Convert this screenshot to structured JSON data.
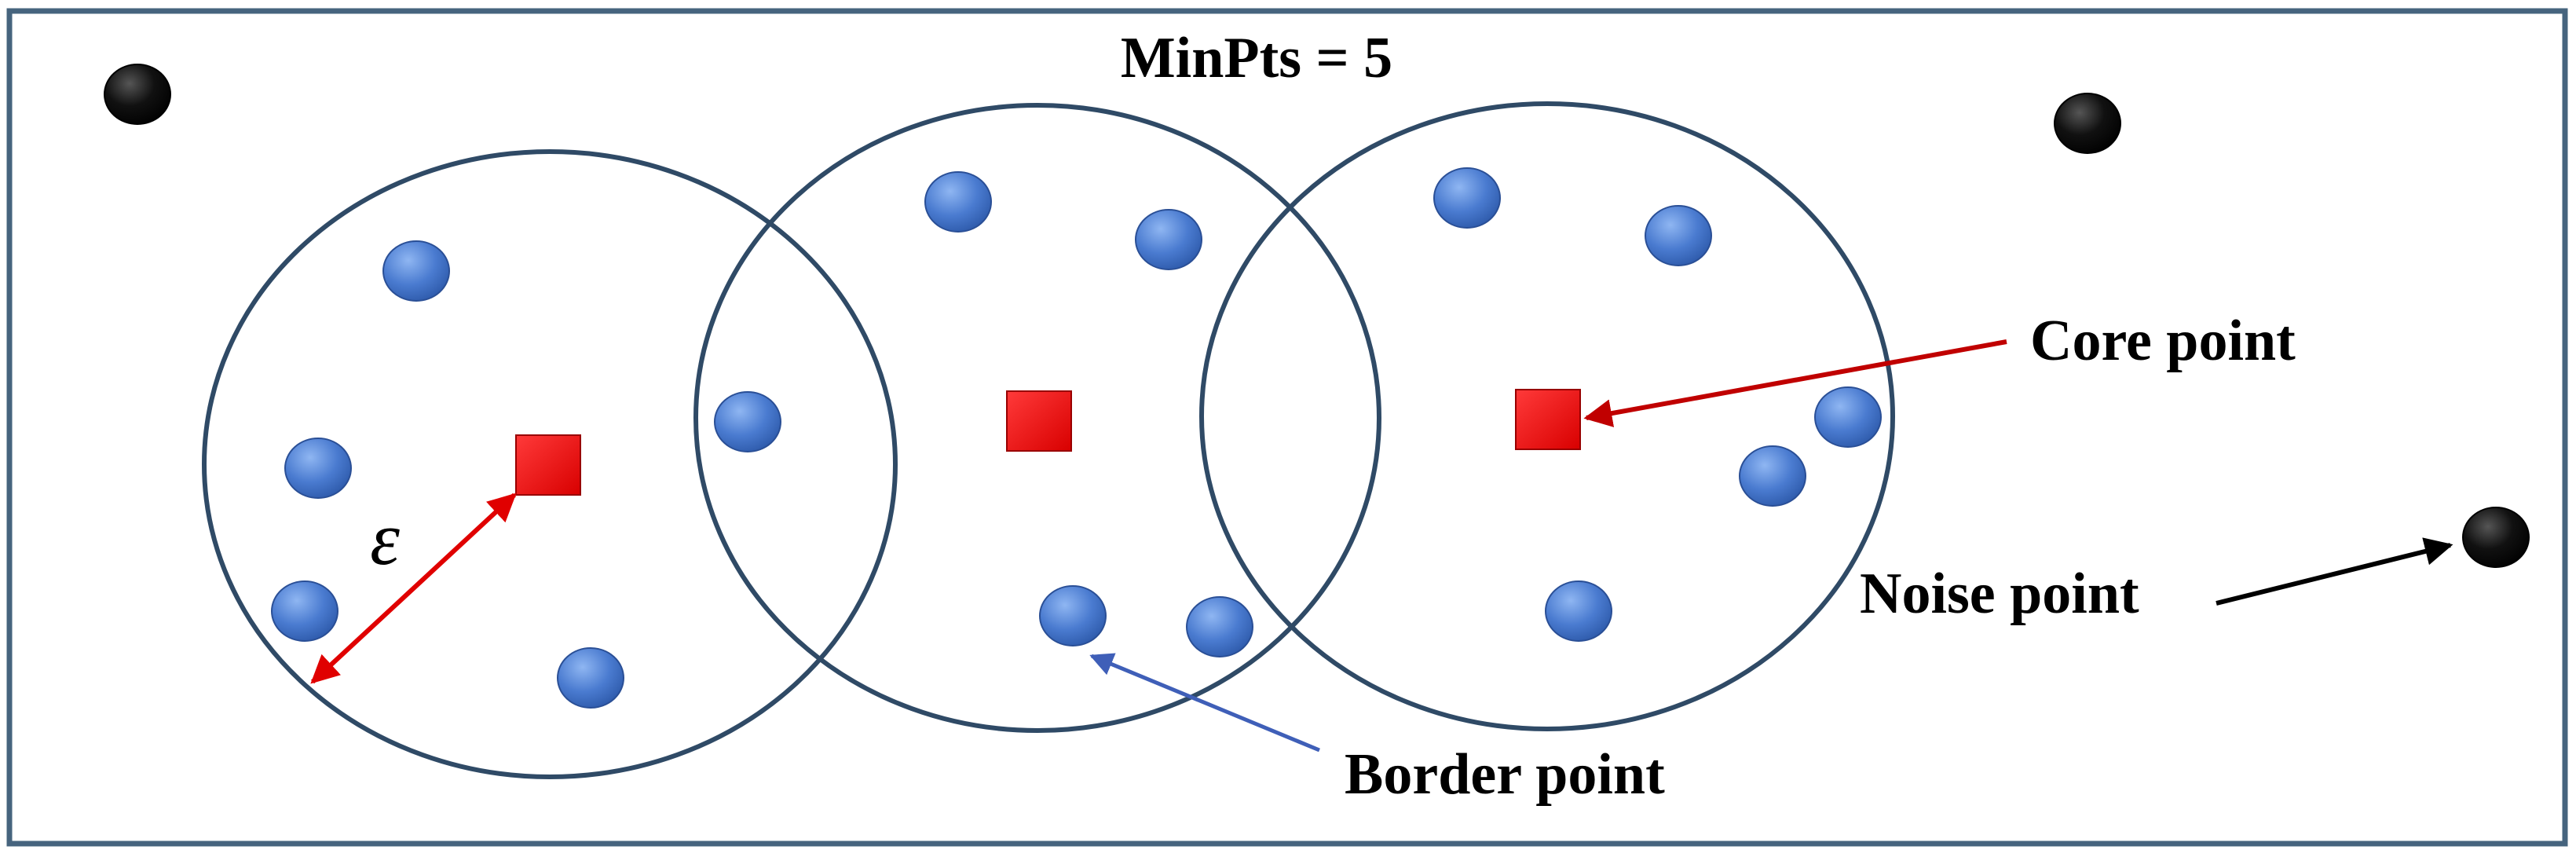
{
  "title": "MinPts = 5",
  "epsilon_symbol": "ε",
  "labels": {
    "core": "Core point",
    "border": "Border point",
    "noise": "Noise point"
  },
  "colors": {
    "frame": "#46647e",
    "circle": "#2f4a66",
    "blue_point": "#4a7bd0",
    "blue_point_edge": "#2a4f96",
    "core_point": "#ee0000",
    "core_point_edge": "#990000",
    "noise_point": "#000000",
    "epsilon_arrow": "#e00000",
    "core_arrow": "#c00000",
    "border_arrow": "#3f5fb8",
    "noise_arrow": "#000000"
  }
}
